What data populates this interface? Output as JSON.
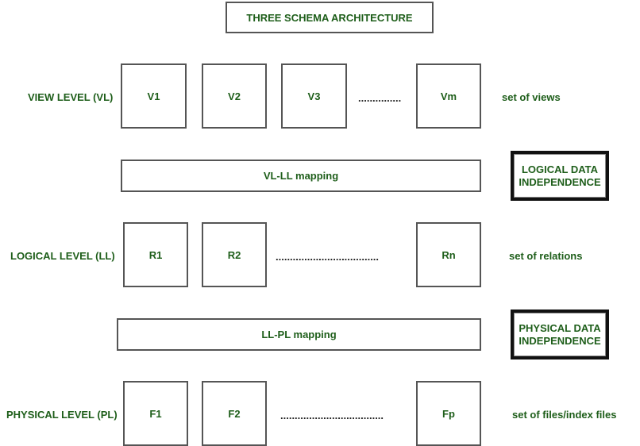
{
  "title": "THREE SCHEMA ARCHITECTURE",
  "levels": [
    {
      "label": "VIEW LEVEL (VL)",
      "items": [
        "V1",
        "V2",
        "V3"
      ],
      "last": "Vm",
      "ellipsis": "...............",
      "description": "set of views"
    },
    {
      "label": "LOGICAL LEVEL (LL)",
      "items": [
        "R1",
        "R2"
      ],
      "last": "Rn",
      "ellipsis": "....................................",
      "description": "set of relations"
    },
    {
      "label": "PHYSICAL LEVEL (PL)",
      "items": [
        "F1",
        "F2"
      ],
      "last": "Fp",
      "ellipsis": "....................................",
      "description": "set of files/index files"
    }
  ],
  "mappings": [
    {
      "label": "VL-LL mapping",
      "independence": [
        "LOGICAL DATA",
        "INDEPENDENCE"
      ]
    },
    {
      "label": "LL-PL mapping",
      "independence": [
        "PHYSICAL DATA",
        "INDEPENDENCE"
      ]
    }
  ]
}
